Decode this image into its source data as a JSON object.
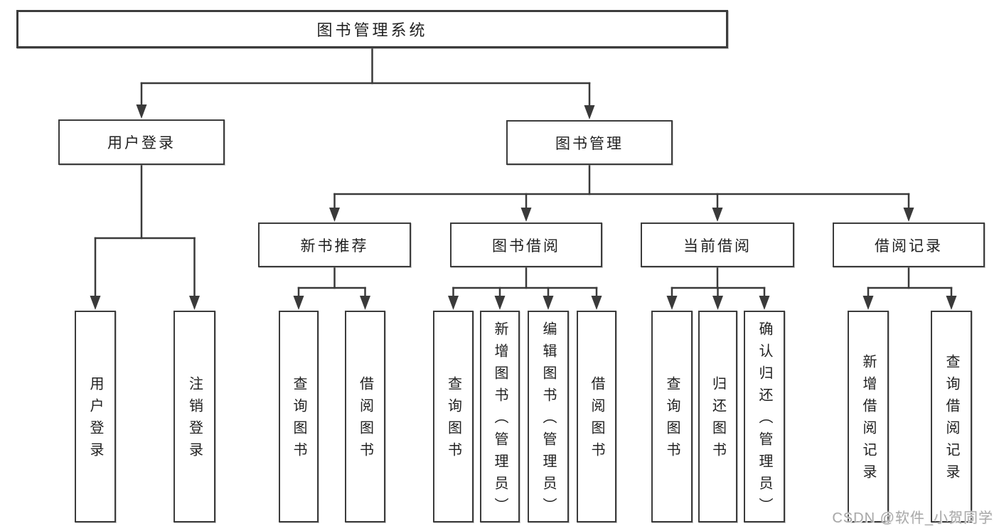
{
  "diagram": {
    "type": "tree",
    "title": "图书管理系统",
    "nodes": [
      {
        "id": "root",
        "label": "图书管理系统",
        "parent": null
      },
      {
        "id": "user-login",
        "label": "用户登录",
        "parent": "root"
      },
      {
        "id": "book-mgmt",
        "label": "图书管理",
        "parent": "root"
      },
      {
        "id": "leaf-user-login",
        "label": "用户登录",
        "parent": "user-login"
      },
      {
        "id": "leaf-logout",
        "label": "注销登录",
        "parent": "user-login"
      },
      {
        "id": "new-book-rec",
        "label": "新书推荐",
        "parent": "book-mgmt"
      },
      {
        "id": "book-borrow",
        "label": "图书借阅",
        "parent": "book-mgmt"
      },
      {
        "id": "current-borrow",
        "label": "当前借阅",
        "parent": "book-mgmt"
      },
      {
        "id": "borrow-records",
        "label": "借阅记录",
        "parent": "book-mgmt"
      },
      {
        "id": "rec-query-books",
        "label": "查询图书",
        "parent": "new-book-rec"
      },
      {
        "id": "rec-borrow-books",
        "label": "借阅图书",
        "parent": "new-book-rec"
      },
      {
        "id": "bb-query-books",
        "label": "查询图书",
        "parent": "book-borrow"
      },
      {
        "id": "bb-add-books",
        "label": "新增图书（管理员）",
        "parent": "book-borrow"
      },
      {
        "id": "bb-edit-books",
        "label": "编辑图书（管理员）",
        "parent": "book-borrow"
      },
      {
        "id": "bb-borrow-books",
        "label": "借阅图书",
        "parent": "book-borrow"
      },
      {
        "id": "cb-query-books",
        "label": "查询图书",
        "parent": "current-borrow"
      },
      {
        "id": "cb-return-books",
        "label": "归还图书",
        "parent": "current-borrow"
      },
      {
        "id": "cb-confirm-return",
        "label": "确认归还（管理员）",
        "parent": "current-borrow"
      },
      {
        "id": "records-add",
        "label": "新增借阅记录",
        "parent": "borrow-records"
      },
      {
        "id": "records-query",
        "label": "查询借阅记录",
        "parent": "borrow-records"
      }
    ],
    "colors": {
      "line": "#3a3a3a",
      "border": "#3c3c3c",
      "text": "#212121",
      "background": "#ffffff",
      "watermark": "#a8a8a8"
    }
  },
  "watermark": {
    "text": "CSDN @软件_小贺同学"
  }
}
